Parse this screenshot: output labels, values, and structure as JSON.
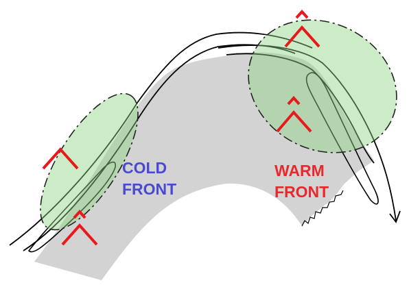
{
  "labels": {
    "cold_front": {
      "line1": "COLD",
      "line2": "FRONT",
      "color": "#4a4ad0"
    },
    "warm_front": {
      "line1": "WARM",
      "line2": "FRONT",
      "color": "#e8282c"
    }
  },
  "colors": {
    "air_mass_fill": "#d3d3d3",
    "cloud_fill": "#8fd483",
    "cloud_stroke": "#222222",
    "line_stroke": "#000000",
    "marker_color": "#e8191c"
  },
  "icons": {
    "uplift_marker": "caret-up-icon",
    "flow_arrow": "arrowhead-icon"
  }
}
